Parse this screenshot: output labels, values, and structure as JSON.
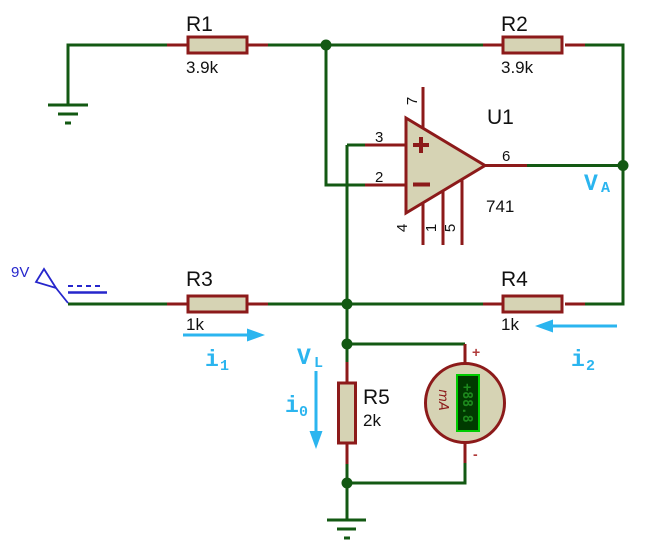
{
  "colors": {
    "background": "#ffffff",
    "wire_green": "#135913",
    "component_red": "#8c1a1a",
    "component_fill": "#d6d3b4",
    "annotation_cyan": "#2bb5ef",
    "source_blue": "#2626cc",
    "display_border": "#00cc00",
    "display_bg": "#003a00",
    "display_text": "#1d8a1d",
    "text_black": "#111111"
  },
  "components": {
    "R1": {
      "ref": "R1",
      "value": "3.9k"
    },
    "R2": {
      "ref": "R2",
      "value": "3.9k"
    },
    "R3": {
      "ref": "R3",
      "value": "1k"
    },
    "R4": {
      "ref": "R4",
      "value": "1k"
    },
    "R5": {
      "ref": "R5",
      "value": "2k"
    },
    "U1": {
      "ref": "U1",
      "value": "741",
      "pin_noninverting": "3",
      "pin_inverting": "2",
      "pin_output": "6",
      "pin_vplus": "7",
      "pin_vminus": "4",
      "pin_offset_n1": "1",
      "pin_offset_n2": "5"
    },
    "source": {
      "label": "9V"
    },
    "ammeter": {
      "unit": "mA",
      "reading": "+88.8",
      "plus_mark": "+",
      "minus_mark": "-"
    }
  },
  "annotations": {
    "va": {
      "base": "V",
      "sub": "A"
    },
    "vl": {
      "base": "V",
      "sub": "L"
    },
    "i1": {
      "base": "i",
      "sub": "1"
    },
    "i2": {
      "base": "i",
      "sub": "2"
    },
    "i0": {
      "base": "i",
      "sub": "0"
    }
  }
}
